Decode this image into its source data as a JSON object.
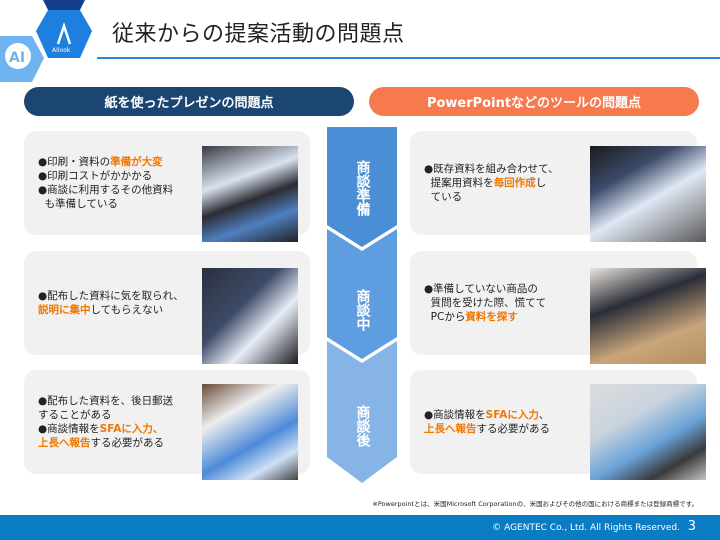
{
  "header": {
    "title": "従来からの提案活動の問題点",
    "logo_text": "AI",
    "logo_brand": "AIlook"
  },
  "left_column": {
    "heading": "紙を使ったプレゼンの問題点",
    "cards": [
      {
        "lines": [
          [
            {
              "t": "●印刷・資料の"
            },
            {
              "t": "準備が大変",
              "hl": true
            }
          ],
          [
            {
              "t": "●印刷コストがかかかる"
            }
          ],
          [
            {
              "t": "●商談に利用するその他資料"
            }
          ],
          [
            {
              "t": "  も準備している"
            }
          ]
        ],
        "photo": "printed-materials-photo"
      },
      {
        "lines": [
          [
            {
              "t": "●配布した資料に気を取られ、"
            }
          ],
          [
            {
              "t": "説明に集中",
              "hl": true
            },
            {
              "t": "してもらえない"
            }
          ]
        ],
        "photo": "reading-brochure-photo"
      },
      {
        "lines": [
          [
            {
              "t": "●配布した資料を、後日郵送"
            }
          ],
          [
            {
              "t": "することがある"
            }
          ],
          [
            {
              "t": "●商談情報を"
            },
            {
              "t": "SFAに入力、",
              "hl": true
            }
          ],
          [
            {
              "t": "上長へ報告",
              "hl": true
            },
            {
              "t": "する必要がある"
            }
          ]
        ],
        "photo": "brochures-photo"
      }
    ]
  },
  "right_column": {
    "heading": "PowerPointなどのツールの問題点",
    "cards": [
      {
        "lines": [
          [
            {
              "t": "●既存資料を組み合わせて、"
            }
          ],
          [
            {
              "t": "  提案用資料を"
            },
            {
              "t": "毎回作成",
              "hl": true
            },
            {
              "t": "し"
            }
          ],
          [
            {
              "t": "  ている"
            }
          ]
        ],
        "photo": "laptop-powerpoint-photo"
      },
      {
        "lines": [
          [
            {
              "t": "●準備していない商品の"
            }
          ],
          [
            {
              "t": "  質問を受けた際、慌てて"
            }
          ],
          [
            {
              "t": "  PCから"
            },
            {
              "t": "資料を探す",
              "hl": true
            }
          ]
        ],
        "photo": "laptop-typing-photo"
      },
      {
        "lines": [
          [
            {
              "t": "●商談情報を"
            },
            {
              "t": "SFAに入力",
              "hl": true
            },
            {
              "t": "、"
            }
          ],
          [
            {
              "t": "上長へ報告",
              "hl": true
            },
            {
              "t": "する必要がある"
            }
          ]
        ],
        "photo": "office-desk-photo"
      }
    ]
  },
  "stages": [
    "商談準備",
    "商談中",
    "商談後"
  ],
  "colors": {
    "accent": "#f07800",
    "navy": "#1b4672",
    "orange": "#f77a4e",
    "footer": "#0a7cc4",
    "stage1": "#4a8fd6",
    "stage2": "#5e9de0",
    "stage3": "#86b4e6"
  },
  "note": "※Powerpointとは、米国Microsoft Corporationの、米国およびその他の国における商標または登録商標です。",
  "footer": {
    "copyright": "© AGENTEC Co., Ltd. All Rights Reserved.",
    "page": "3"
  }
}
